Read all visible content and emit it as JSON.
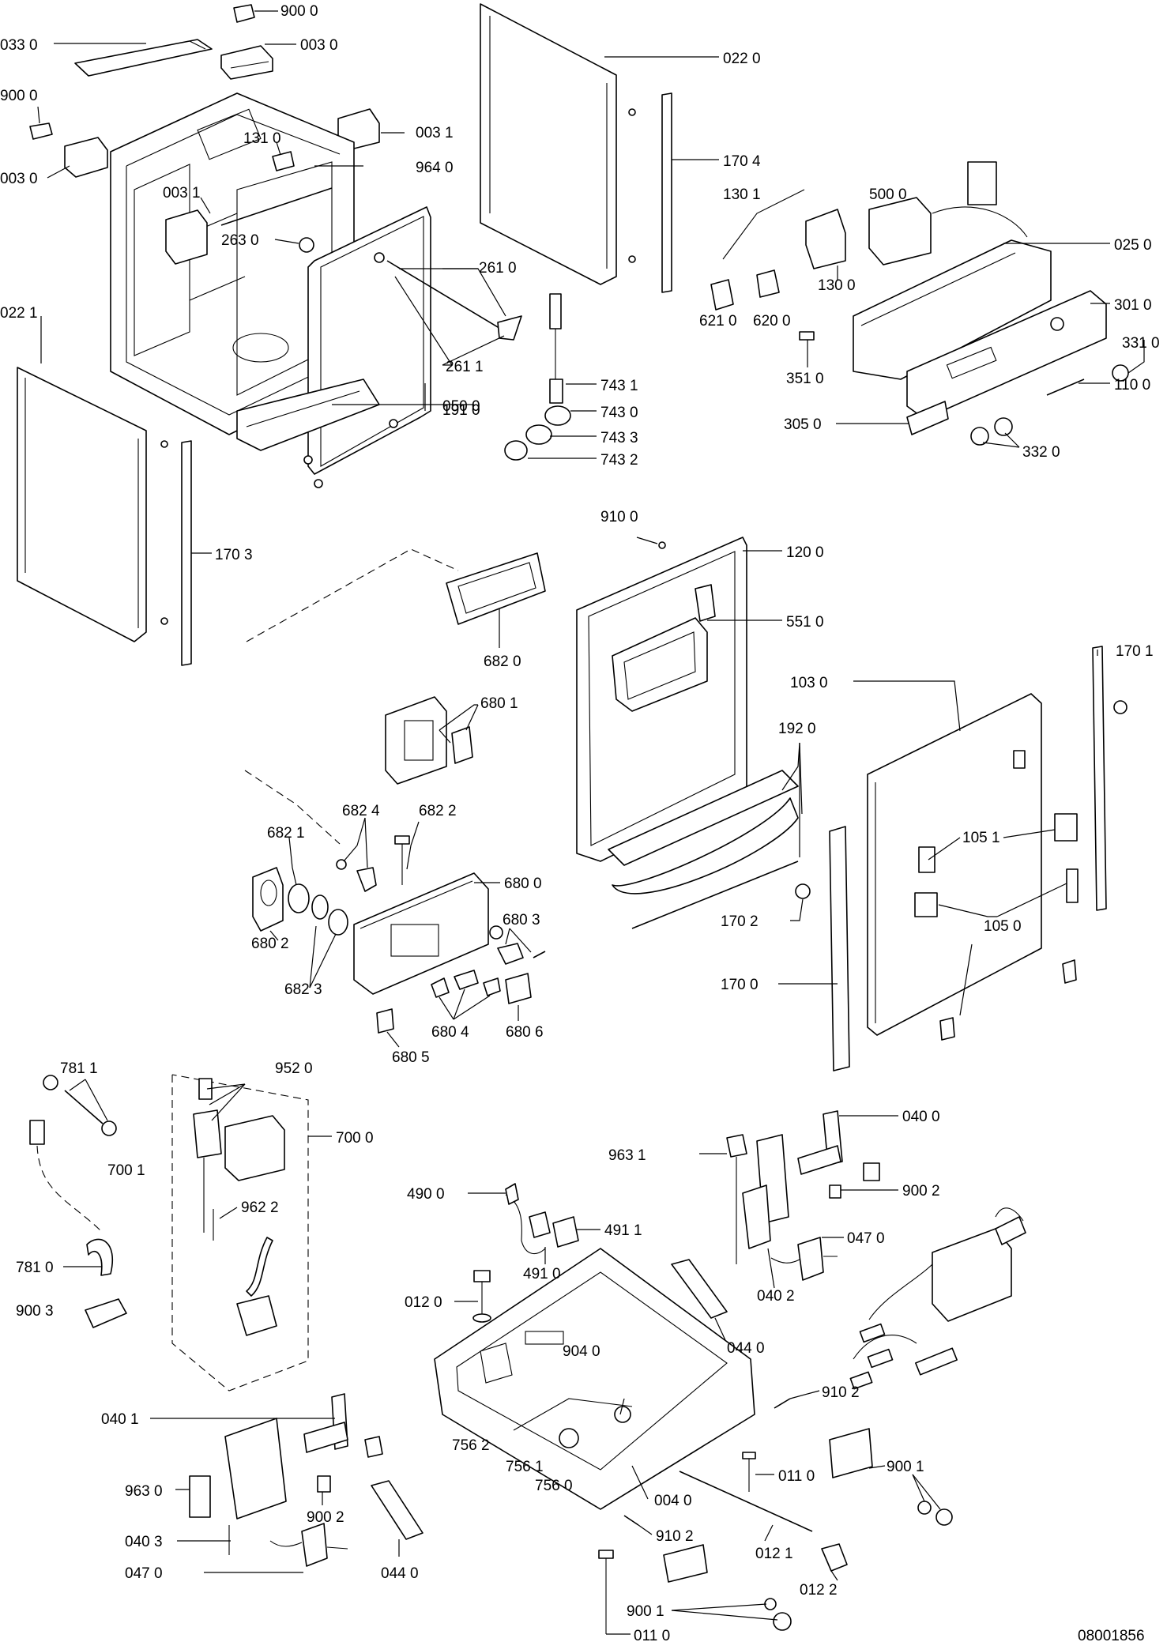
{
  "drawing_number": "08001856",
  "labels": [
    {
      "id": "l-900-0-a",
      "text": "900 0"
    },
    {
      "id": "l-033-0",
      "text": "033 0"
    },
    {
      "id": "l-003-0-a",
      "text": "003 0"
    },
    {
      "id": "l-900-0-b",
      "text": "900 0"
    },
    {
      "id": "l-003-1-a",
      "text": "003 1"
    },
    {
      "id": "l-131-0",
      "text": "131 0"
    },
    {
      "id": "l-964-0",
      "text": "964 0"
    },
    {
      "id": "l-003-0-b",
      "text": "003 0"
    },
    {
      "id": "l-003-1-b",
      "text": "003 1"
    },
    {
      "id": "l-263-0",
      "text": "263 0"
    },
    {
      "id": "l-261-0",
      "text": "261 0"
    },
    {
      "id": "l-261-1",
      "text": "261 1"
    },
    {
      "id": "l-191-0",
      "text": "191 0"
    },
    {
      "id": "l-050-0",
      "text": "050 0"
    },
    {
      "id": "l-022-0",
      "text": "022 0"
    },
    {
      "id": "l-170-4",
      "text": "170 4"
    },
    {
      "id": "l-130-1",
      "text": "130 1"
    },
    {
      "id": "l-500-0",
      "text": "500 0"
    },
    {
      "id": "l-025-0",
      "text": "025 0"
    },
    {
      "id": "l-130-0",
      "text": "130 0"
    },
    {
      "id": "l-301-0",
      "text": "301 0"
    },
    {
      "id": "l-621-0",
      "text": "621 0"
    },
    {
      "id": "l-620-0",
      "text": "620 0"
    },
    {
      "id": "l-331-0",
      "text": "331 0"
    },
    {
      "id": "l-351-0",
      "text": "351 0"
    },
    {
      "id": "l-110-0",
      "text": "110 0"
    },
    {
      "id": "l-305-0",
      "text": "305 0"
    },
    {
      "id": "l-332-0",
      "text": "332 0"
    },
    {
      "id": "l-022-1",
      "text": "022 1"
    },
    {
      "id": "l-743-1",
      "text": "743 1"
    },
    {
      "id": "l-743-0",
      "text": "743 0"
    },
    {
      "id": "l-743-3",
      "text": "743 3"
    },
    {
      "id": "l-743-2",
      "text": "743 2"
    },
    {
      "id": "l-170-3",
      "text": "170 3"
    },
    {
      "id": "l-910-0",
      "text": "910 0"
    },
    {
      "id": "l-120-0",
      "text": "120 0"
    },
    {
      "id": "l-551-0",
      "text": "551 0"
    },
    {
      "id": "l-682-0",
      "text": "682 0"
    },
    {
      "id": "l-680-1",
      "text": "680 1"
    },
    {
      "id": "l-170-1",
      "text": "170 1"
    },
    {
      "id": "l-103-0",
      "text": "103 0"
    },
    {
      "id": "l-192-0",
      "text": "192 0"
    },
    {
      "id": "l-682-1",
      "text": "682 1"
    },
    {
      "id": "l-682-4",
      "text": "682 4"
    },
    {
      "id": "l-682-2",
      "text": "682 2"
    },
    {
      "id": "l-105-1",
      "text": "105 1"
    },
    {
      "id": "l-680-0",
      "text": "680 0"
    },
    {
      "id": "l-680-2",
      "text": "680 2"
    },
    {
      "id": "l-680-3",
      "text": "680 3"
    },
    {
      "id": "l-170-2",
      "text": "170 2"
    },
    {
      "id": "l-105-0",
      "text": "105 0"
    },
    {
      "id": "l-682-3",
      "text": "682 3"
    },
    {
      "id": "l-170-0",
      "text": "170 0"
    },
    {
      "id": "l-680-4",
      "text": "680 4"
    },
    {
      "id": "l-680-6",
      "text": "680 6"
    },
    {
      "id": "l-680-5",
      "text": "680 5"
    },
    {
      "id": "l-781-1",
      "text": "781 1"
    },
    {
      "id": "l-952-0",
      "text": "952 0"
    },
    {
      "id": "l-700-0",
      "text": "700 0"
    },
    {
      "id": "l-040-0-a",
      "text": "040 0"
    },
    {
      "id": "l-700-1",
      "text": "700 1"
    },
    {
      "id": "l-963-1",
      "text": "963 1"
    },
    {
      "id": "l-900-2-a",
      "text": "900 2"
    },
    {
      "id": "l-490-0",
      "text": "490 0"
    },
    {
      "id": "l-491-1",
      "text": "491 1"
    },
    {
      "id": "l-962-2",
      "text": "962 2"
    },
    {
      "id": "l-047-0-a",
      "text": "047 0"
    },
    {
      "id": "l-781-0",
      "text": "781 0"
    },
    {
      "id": "l-491-0",
      "text": "491 0"
    },
    {
      "id": "l-900-3",
      "text": "900 3"
    },
    {
      "id": "l-012-0",
      "text": "012 0"
    },
    {
      "id": "l-040-2",
      "text": "040 2"
    },
    {
      "id": "l-044-0-a",
      "text": "044 0"
    },
    {
      "id": "l-904-0",
      "text": "904 0"
    },
    {
      "id": "l-910-2-a",
      "text": "910 2"
    },
    {
      "id": "l-040-1",
      "text": "040 1"
    },
    {
      "id": "l-756-2",
      "text": "756 2"
    },
    {
      "id": "l-756-1",
      "text": "756 1"
    },
    {
      "id": "l-900-1-a",
      "text": "900 1"
    },
    {
      "id": "l-011-0-a",
      "text": "011 0"
    },
    {
      "id": "l-963-0",
      "text": "963 0"
    },
    {
      "id": "l-756-0",
      "text": "756 0"
    },
    {
      "id": "l-004-0",
      "text": "004 0"
    },
    {
      "id": "l-900-2-b",
      "text": "900 2"
    },
    {
      "id": "l-910-2-b",
      "text": "910 2"
    },
    {
      "id": "l-040-3",
      "text": "040 3"
    },
    {
      "id": "l-012-1",
      "text": "012 1"
    },
    {
      "id": "l-047-0-b",
      "text": "047 0"
    },
    {
      "id": "l-044-0-b",
      "text": "044 0"
    },
    {
      "id": "l-012-2",
      "text": "012 2"
    },
    {
      "id": "l-900-1-b",
      "text": "900 1"
    },
    {
      "id": "l-011-0-b",
      "text": "011 0"
    }
  ]
}
